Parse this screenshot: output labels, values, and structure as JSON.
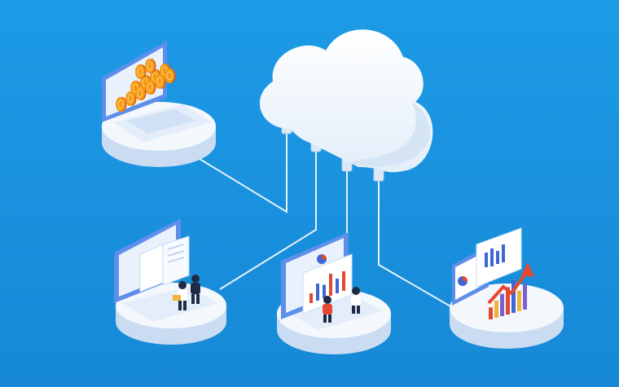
{
  "colors": {
    "background": "#1a96e0",
    "cloud": "#ffffff",
    "cloud_shade": "#dbe8f7",
    "pedestal_top": "#f4f8fd",
    "pedestal_side": "#c9dcf2",
    "connector": "#e6f1fc",
    "screen_frame": "#5d8fea",
    "screen_inner": "#e9f1fd",
    "coin": "#f39a16",
    "coin_edge": "#e0540f",
    "chart_red": "#e4492f",
    "chart_blue": "#3f66d6",
    "chart_yellow": "#f2b233",
    "chart_purple": "#7a5fd1"
  },
  "scene": {
    "description_items": [
      "cloud",
      "connector-lines",
      "laptop-coins",
      "laptop-documents",
      "laptop-team-charts",
      "growth-chart-station"
    ]
  },
  "coins_chart": {
    "stack_heights": [
      1,
      2,
      3,
      3,
      2,
      1
    ]
  },
  "mini_chart_team": {
    "bars": [
      0.4,
      0.7,
      0.55,
      0.9,
      0.6,
      0.8
    ]
  },
  "mini_chart_growth": {
    "bars": [
      0.35,
      0.5,
      0.65,
      0.8,
      0.95,
      0.6,
      0.75
    ]
  }
}
